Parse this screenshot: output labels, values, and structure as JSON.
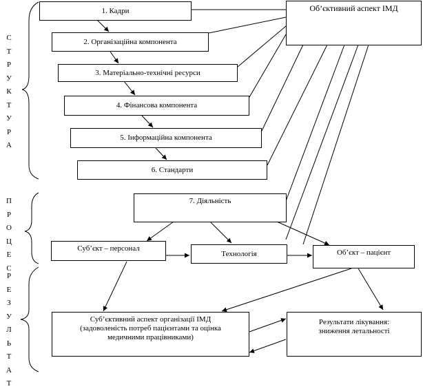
{
  "boxes": {
    "kadry": "1. Кадри",
    "org": "2. Організаційна компонента",
    "mat": "3. Матеріально-технічні ресурси",
    "fin": "4. Фінансова компонента",
    "info": "5. Інформаційна компонента",
    "std": "6. Стандарти",
    "objective": "Об’єктивний аспект ІМД",
    "activity": "7. Діяльність",
    "subject": "Суб’єкт – персонал",
    "tech": "Технологія",
    "object": "Об’єкт – пацієнт",
    "subjective_line1": "Суб’єктивний аспект організації ІМД",
    "subjective_line2": "(задоволеність потреб пацієнтами та оцінка",
    "subjective_line3": "медичними працівниками)",
    "results_line1": "Результати лікування:",
    "results_line2": "зниження летальності"
  },
  "side_labels": {
    "structure": [
      "С",
      "Т",
      "Р",
      "У",
      "К",
      "Т",
      "У",
      "Р",
      "А"
    ],
    "process": [
      "П",
      "Р",
      "О",
      "Ц",
      "Е",
      "С"
    ],
    "result": [
      "Р",
      "Е",
      "З",
      "У",
      "Л",
      "Ь",
      "Т",
      "А",
      "Т"
    ]
  }
}
